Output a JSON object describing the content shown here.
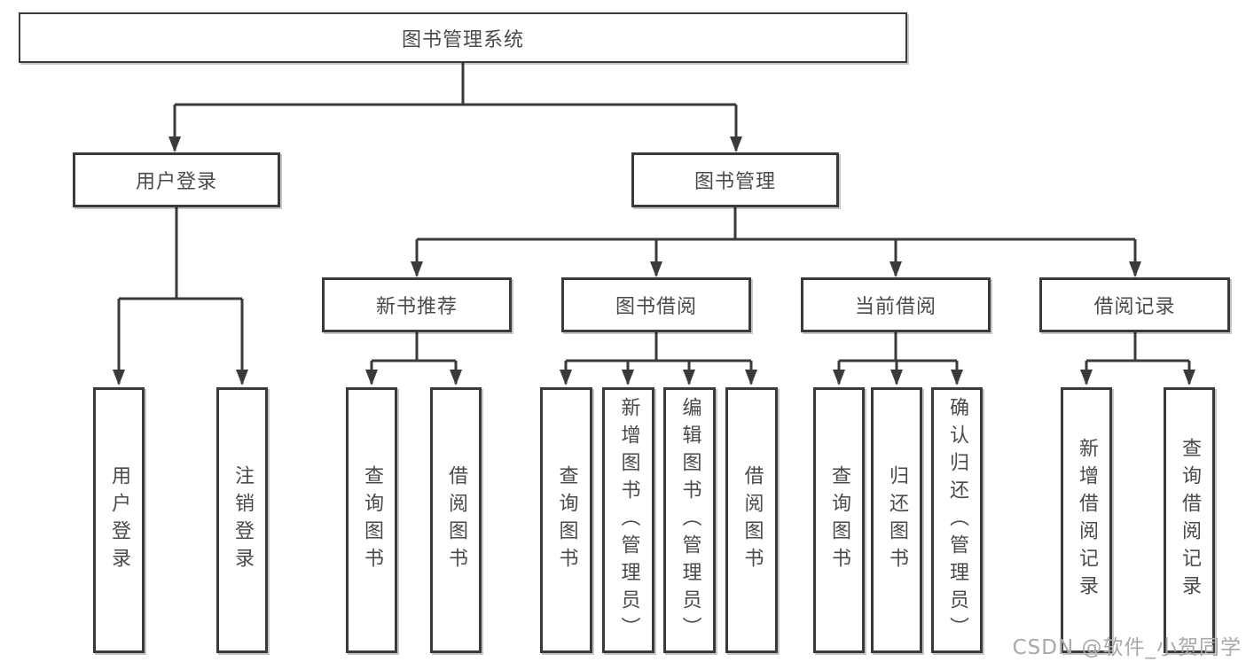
{
  "colors": {
    "line": "#3a3a3a",
    "box_border": "#3a3a3a",
    "text": "#4a4a4a",
    "background": "#ffffff",
    "watermark": "#a9a9a9"
  },
  "nodes": {
    "root": "图书管理系统",
    "user_login": "用户登录",
    "book_management": "图书管理",
    "new_book_recommend": "新书推荐",
    "book_borrowing": "图书借阅",
    "current_borrowing": "当前借阅",
    "borrowing_records": "借阅记录",
    "leaf_user_login": "用户登录",
    "leaf_logout": "注销登录",
    "leaf_nb_query_books": "查询图书",
    "leaf_nb_borrow_books": "借阅图书",
    "leaf_bb_query_books": "查询图书",
    "leaf_bb_add_books_admin": "新增图书（管理员）",
    "leaf_bb_edit_books_admin": "编辑图书（管理员）",
    "leaf_bb_borrow_books": "借阅图书",
    "leaf_cb_query_books": "查询图书",
    "leaf_cb_return_books": "归还图书",
    "leaf_cb_confirm_return_admin": "确认归还（管理员）",
    "leaf_br_add_record": "新增借阅记录",
    "leaf_br_query_record": "查询借阅记录"
  },
  "watermark": "CSDN @软件_小贺同学"
}
